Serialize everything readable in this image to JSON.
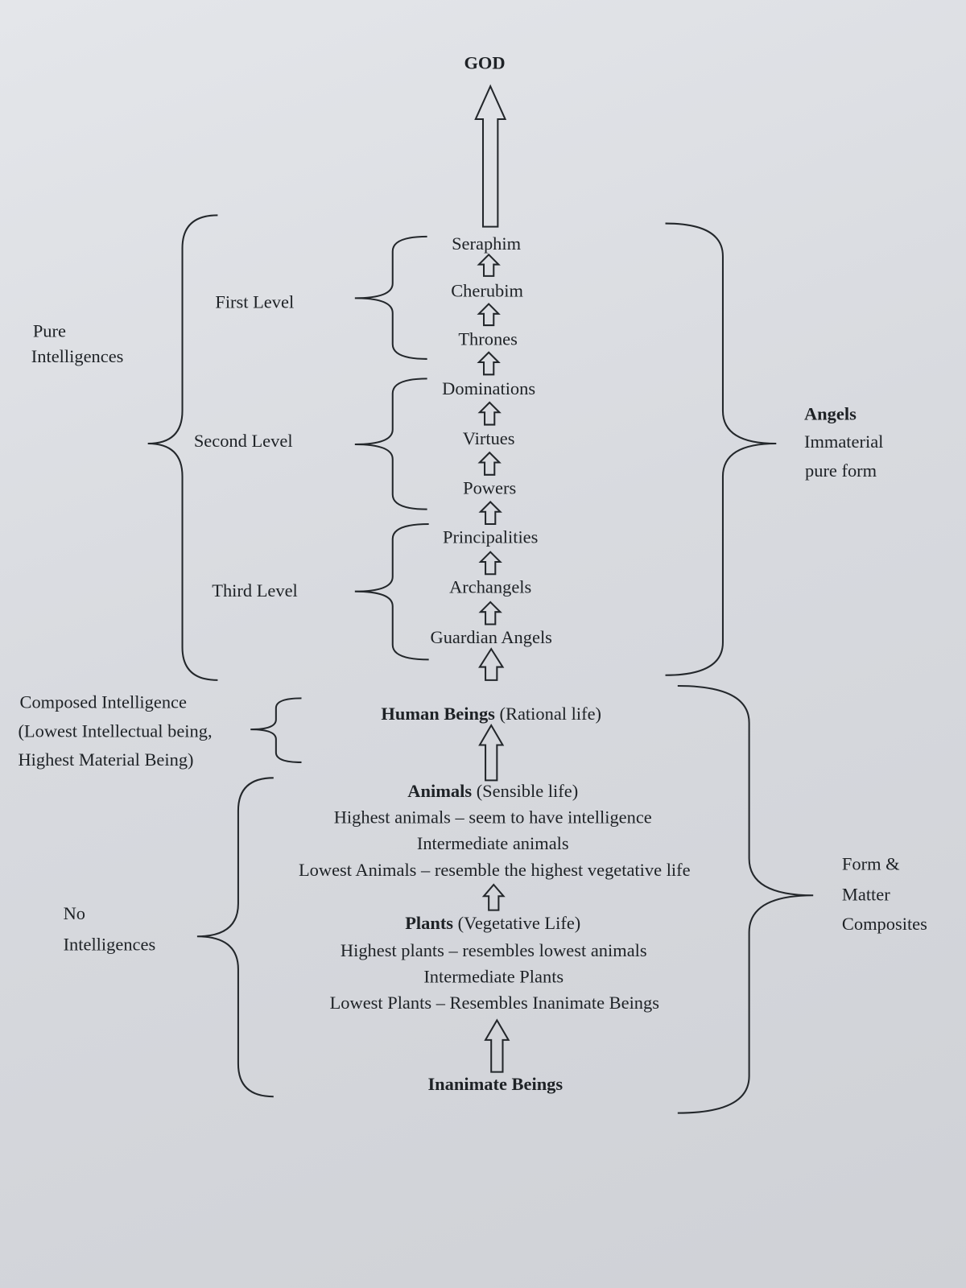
{
  "top": {
    "title": "GOD"
  },
  "angels": {
    "choirs": [
      "Seraphim",
      "Cherubim",
      "Thrones",
      "Dominations",
      "Virtues",
      "Powers",
      "Principalities",
      "Archangels",
      "Guardian Angels"
    ],
    "levels": [
      "First Level",
      "Second Level",
      "Third Level"
    ],
    "left_label": [
      "Pure",
      "Intelligences"
    ],
    "right_label": {
      "title": "Angels",
      "line1": "Immaterial",
      "line2": "pure form"
    }
  },
  "human": {
    "name": "Human Beings",
    "desc": " (Rational life)",
    "label": [
      "Composed Intelligence",
      "(Lowest Intellectual being,",
      "Highest Material Being)"
    ]
  },
  "animals": {
    "name": "Animals",
    "desc": " (Sensible life)",
    "lines": [
      "Highest animals – seem to have intelligence",
      "Intermediate animals",
      "Lowest Animals – resemble the highest vegetative life"
    ]
  },
  "plants": {
    "name": "Plants",
    "desc": " (Vegetative Life)",
    "lines": [
      "Highest plants – resembles lowest animals",
      "Intermediate Plants",
      "Lowest Plants – Resembles Inanimate Beings"
    ]
  },
  "inanimate": {
    "name": "Inanimate Beings"
  },
  "lower_left_label": [
    "No",
    "Intelligences"
  ],
  "lower_right_label": [
    "Form &",
    "Matter",
    "Composites"
  ]
}
